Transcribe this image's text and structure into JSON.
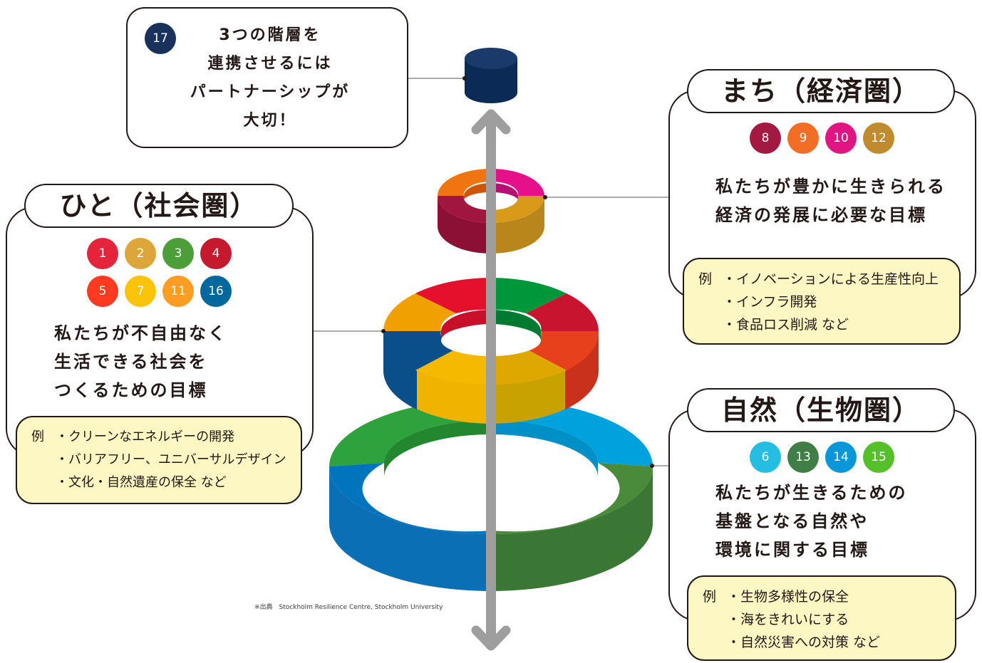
{
  "partnership": {
    "badge": "17",
    "badge_color": "#19325c",
    "lines": [
      "3つの階層を",
      "連携させるには",
      "パートナーシップが",
      "大切！"
    ]
  },
  "economy": {
    "title": "まち（経済圏）",
    "goals": [
      {
        "n": "8",
        "color": "#a21942"
      },
      {
        "n": "9",
        "color": "#f36d25"
      },
      {
        "n": "10",
        "color": "#e01483"
      },
      {
        "n": "12",
        "color": "#bf8b2e"
      }
    ],
    "heading": [
      "私たちが豊かに生きられる",
      "経済の発展に必要な目標"
    ],
    "examples_label": "例",
    "examples": [
      "・イノベーションによる生産性向上",
      "・インフラ開発",
      "・食品ロス削減 など"
    ]
  },
  "society": {
    "title": "ひと（社会圏）",
    "goals": [
      {
        "n": "1",
        "color": "#e5243b"
      },
      {
        "n": "2",
        "color": "#dda63a"
      },
      {
        "n": "3",
        "color": "#4c9f38"
      },
      {
        "n": "4",
        "color": "#c5192d"
      },
      {
        "n": "5",
        "color": "#ff3a21"
      },
      {
        "n": "7",
        "color": "#fcc30b"
      },
      {
        "n": "11",
        "color": "#fd9d24"
      },
      {
        "n": "16",
        "color": "#00689d"
      }
    ],
    "heading": [
      "私たちが不自由なく",
      "生活できる社会を",
      "つくるための目標"
    ],
    "examples_label": "例",
    "examples": [
      "・クリーンなエネルギーの開発",
      "・バリアフリー、ユニバーサルデザイン",
      "・文化・自然遺産の保全 など"
    ]
  },
  "biosphere": {
    "title": "自然（生物圏）",
    "goals": [
      {
        "n": "6",
        "color": "#26bde2"
      },
      {
        "n": "13",
        "color": "#3f7e44"
      },
      {
        "n": "14",
        "color": "#0a97d9"
      },
      {
        "n": "15",
        "color": "#56c02b"
      }
    ],
    "heading": [
      "私たちが生きるための",
      "基盤となる自然や",
      "環境に関する目標"
    ],
    "examples_label": "例",
    "examples": [
      "・生物多様性の保全",
      "・海をきれいにする",
      "・自然災害への対策 など"
    ]
  },
  "source": "※出典　Stockholm Resilience Centre, Stockholm University"
}
